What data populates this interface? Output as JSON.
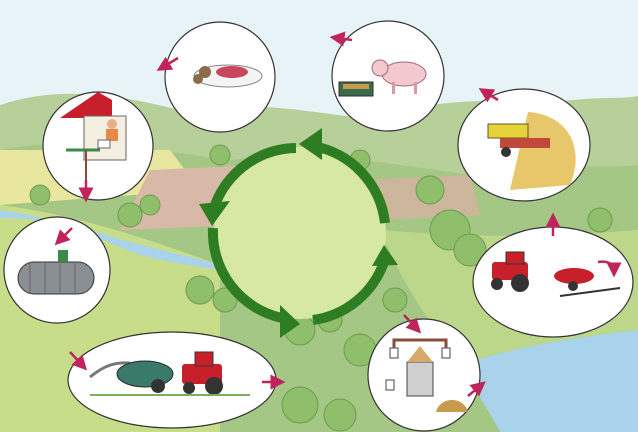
{
  "diagram": {
    "kind": "circular nutrient/resource cycle illustration",
    "colors": {
      "cycle_arrows": "#2f7d22",
      "center_fill": "#d7e8a3",
      "small_arrows": "#c0245a",
      "sky": "#e8f3f8",
      "river": "#a9d3ea",
      "hills": "#a9c98b",
      "bubble_fill": "#ffffff",
      "bubble_stroke": "#333333"
    },
    "stages": [
      {
        "id": "meal",
        "icon": "plate-of-food-icon"
      },
      {
        "id": "pig",
        "icon": "pig-with-feed-trough-icon"
      },
      {
        "id": "harvest",
        "icon": "combine-harvester-icon"
      },
      {
        "id": "fertilizing",
        "icon": "tractor-with-sprayer-icon"
      },
      {
        "id": "biogas",
        "icon": "biogas-plant-icon"
      },
      {
        "id": "spreading",
        "icon": "tractor-with-tanker-icon"
      },
      {
        "id": "storage",
        "icon": "storage-tank-icon"
      },
      {
        "id": "toilet",
        "icon": "house-toilet-icon"
      }
    ]
  }
}
